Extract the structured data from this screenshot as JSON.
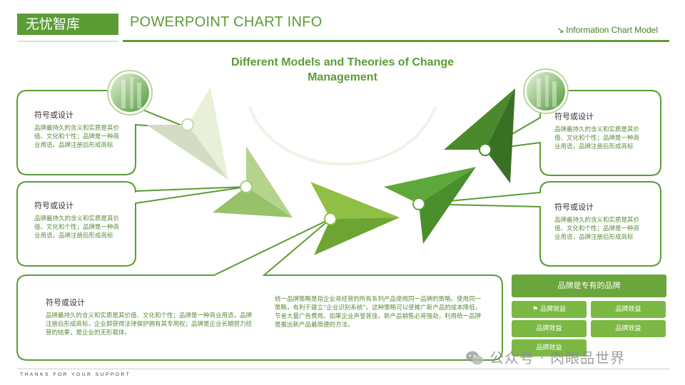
{
  "header": {
    "logo": "无忧智库",
    "title": "POWERPOINT CHART INFO",
    "right_label": "Information Chart Model",
    "right_arrow": "↘"
  },
  "main": {
    "title": "Different Models and Theories of Change Management"
  },
  "callouts": [
    {
      "title": "符号或设计",
      "body": "品牌最持久的含义和实质是其价值、文化和个性；品牌是一种商业用语，品牌注册后形成商标"
    },
    {
      "title": "符号或设计",
      "body": "品牌最持久的含义和实质是其价值、文化和个性；品牌是一种商业用语，品牌注册后形成商标"
    },
    {
      "title": "符号或设计",
      "body": "品牌最持久的含义和实质是其价值、文化和个性；品牌是一种商业用语，品牌注册后形成商标"
    },
    {
      "title": "符号或设计",
      "body": "品牌最持久的含义和实质是其价值、文化和个性；品牌是一种商业用语，品牌注册后形成商标"
    }
  ],
  "bottom_box": {
    "title": "符号或设计",
    "body": "品牌最持久的含义和实质是其价值、文化和个性；品牌是一种商业用语，品牌注册后形成商标，企业即获得法律保护拥有其专用权；品牌是企业长期努力经营的结果，是企业的无形载体。",
    "strategy": "统一品牌策略是指企业将经营的所有系列产品使用同一品牌的策略。使用同一策略，有利于建立“企业识别系统”。这种策略可以使推广新产品的成本降低，节省大量广告费用。如果企业声誉甚佳，新产品销售必将强劲，利用统一品牌是推出新产品最简便的方法。"
  },
  "brand_panel": {
    "header": "品牌是专有的品牌",
    "buttons": [
      "品牌效益",
      "品牌效益",
      "品牌效益",
      "品牌效益",
      "品牌效益"
    ]
  },
  "footer": {
    "text": "THANKS FOR YOUR SUPPORT"
  },
  "watermark": {
    "text": "公众号 · 肉眼品世界"
  },
  "colors": {
    "accent": "#5b9c35",
    "light": "#e8f1d8",
    "dark": "#3e7a28"
  }
}
